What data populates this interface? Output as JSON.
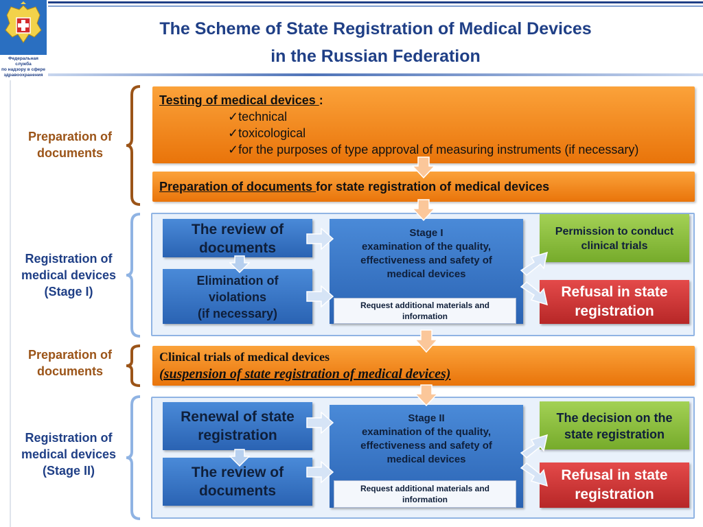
{
  "header": {
    "title_line1": "The Scheme of State Registration of Medical Devices",
    "title_line2": "in the Russian Federation",
    "emblem_text": [
      "Федеральная служба",
      "по надзору в сфере",
      "здравоохранения"
    ]
  },
  "sections": {
    "prep1": "Preparation of documents",
    "reg1": [
      "Registration of",
      "medical devices",
      "(Stage I)"
    ],
    "prep2": "Preparation of documents",
    "reg2": [
      "Registration of",
      "medical devices",
      "(Stage II)"
    ]
  },
  "testing": {
    "heading": "Testing of medical devices ",
    "colon": ":",
    "items": [
      "technical",
      "toxicological",
      "for the purposes of type approval of measuring instruments (if necessary)"
    ],
    "check": "✓"
  },
  "prep_docs": {
    "underlined": "Preparation of documents ",
    "rest": "for state registration of medical devices"
  },
  "stage1": {
    "review": "The review of documents",
    "elimination": [
      "Elimination of",
      "violations",
      "(if necessary)"
    ],
    "exam": [
      "Stage I",
      "examination of the quality,",
      "effectiveness and safety of",
      "medical devices"
    ],
    "request": [
      "Request additional materials and",
      "information"
    ],
    "permission": [
      "Permission to conduct",
      "clinical trials"
    ],
    "refusal": [
      "Refusal in state",
      "registration"
    ]
  },
  "clinical": {
    "line1": "Clinical trials of medical devices",
    "line2": "(suspension of state registration of medical devices)"
  },
  "stage2": {
    "renewal": [
      "Renewal of state",
      "registration"
    ],
    "review": [
      "The review of",
      "documents"
    ],
    "exam": [
      "Stage II",
      "examination of the quality,",
      "effectiveness and safety of",
      "medical devices"
    ],
    "request": [
      "Request additional materials and",
      "information"
    ],
    "decision": [
      "The decision on the",
      "state registration"
    ],
    "refusal": [
      "Refusal in state",
      "registration"
    ]
  },
  "colors": {
    "title_blue": "#1f3f86",
    "brown": "#9b5418",
    "orange": "#f08a1c",
    "blue_box": "#3a78c9",
    "green_box": "#8cc03f",
    "red_box": "#cc3333"
  }
}
